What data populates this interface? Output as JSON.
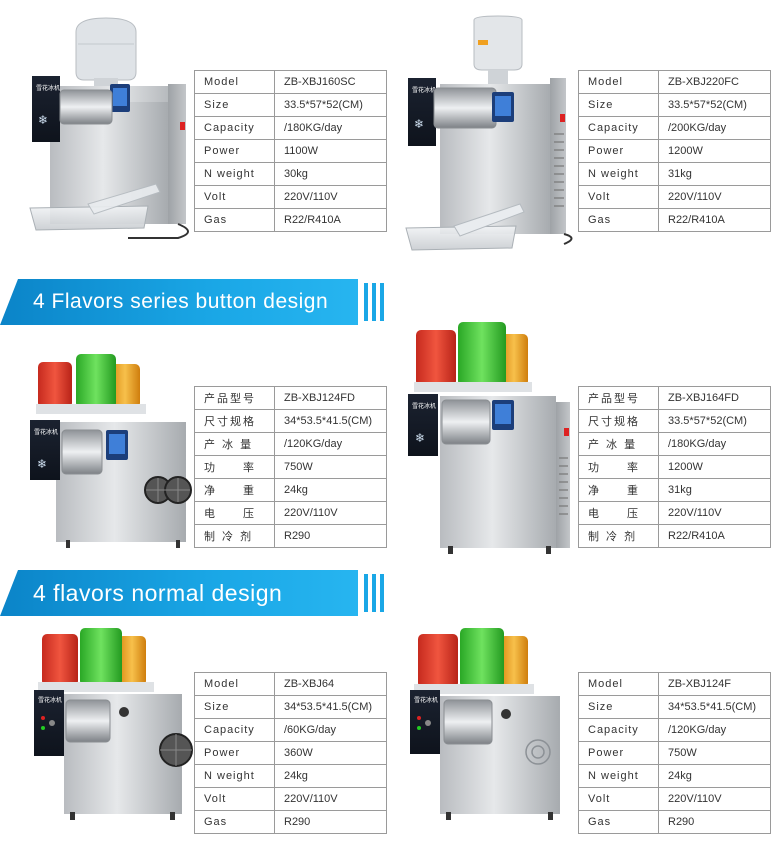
{
  "banners": [
    {
      "title": "4 Flavors series button design"
    },
    {
      "title": "4 flavors normal design"
    }
  ],
  "colors": {
    "banner": "#1aa7e6",
    "red_flavor": "#e23b2b",
    "green_flavor": "#3fcf3a",
    "yellow_flavor": "#f1a623",
    "steel": "#c9ccd0"
  },
  "products": [
    {
      "specs": [
        {
          "key": "Model",
          "value": "ZB-XBJ160SC"
        },
        {
          "key": "Size",
          "value": "33.5*57*52(CM)"
        },
        {
          "key": "Capacity",
          "value": "/180KG/day"
        },
        {
          "key": "Power",
          "value": "1100W"
        },
        {
          "key": "N weight",
          "value": "30kg"
        },
        {
          "key": "Volt",
          "value": "220V/110V"
        },
        {
          "key": "Gas",
          "value": "R22/R410A"
        }
      ]
    },
    {
      "specs": [
        {
          "key": "Model",
          "value": "ZB-XBJ220FC"
        },
        {
          "key": "Size",
          "value": "33.5*57*52(CM)"
        },
        {
          "key": "Capacity",
          "value": "/200KG/day"
        },
        {
          "key": "Power",
          "value": "1200W"
        },
        {
          "key": "N weight",
          "value": "31kg"
        },
        {
          "key": "Volt",
          "value": "220V/110V"
        },
        {
          "key": "Gas",
          "value": "R22/R410A"
        }
      ]
    },
    {
      "specs": [
        {
          "key": "产品型号",
          "value": "ZB-XBJ124FD"
        },
        {
          "key": "尺寸规格",
          "value": "34*53.5*41.5(CM)"
        },
        {
          "key": "产 冰 量",
          "value": "/120KG/day"
        },
        {
          "key": "功　　率",
          "value": "750W"
        },
        {
          "key": "净　　重",
          "value": "24kg"
        },
        {
          "key": "电　　压",
          "value": "220V/110V"
        },
        {
          "key": "制 冷 剂",
          "value": "R290"
        }
      ]
    },
    {
      "specs": [
        {
          "key": "产品型号",
          "value": "ZB-XBJ164FD"
        },
        {
          "key": "尺寸规格",
          "value": "33.5*57*52(CM)"
        },
        {
          "key": "产 冰 量",
          "value": "/180KG/day"
        },
        {
          "key": "功　　率",
          "value": "1200W"
        },
        {
          "key": "净　　重",
          "value": "31kg"
        },
        {
          "key": "电　　压",
          "value": "220V/110V"
        },
        {
          "key": "制 冷 剂",
          "value": "R22/R410A"
        }
      ]
    },
    {
      "specs": [
        {
          "key": "Model",
          "value": "ZB-XBJ64"
        },
        {
          "key": "Size",
          "value": "34*53.5*41.5(CM)"
        },
        {
          "key": "Capacity",
          "value": "/60KG/day"
        },
        {
          "key": "Power",
          "value": "360W"
        },
        {
          "key": "N weight",
          "value": "24kg"
        },
        {
          "key": "Volt",
          "value": "220V/110V"
        },
        {
          "key": "Gas",
          "value": "R290"
        }
      ]
    },
    {
      "specs": [
        {
          "key": "Model",
          "value": "ZB-XBJ124F"
        },
        {
          "key": "Size",
          "value": "34*53.5*41.5(CM)"
        },
        {
          "key": "Capacity",
          "value": "/120KG/day"
        },
        {
          "key": "Power",
          "value": "750W"
        },
        {
          "key": "N weight",
          "value": "24kg"
        },
        {
          "key": "Volt",
          "value": "220V/110V"
        },
        {
          "key": "Gas",
          "value": "R290"
        }
      ]
    }
  ]
}
